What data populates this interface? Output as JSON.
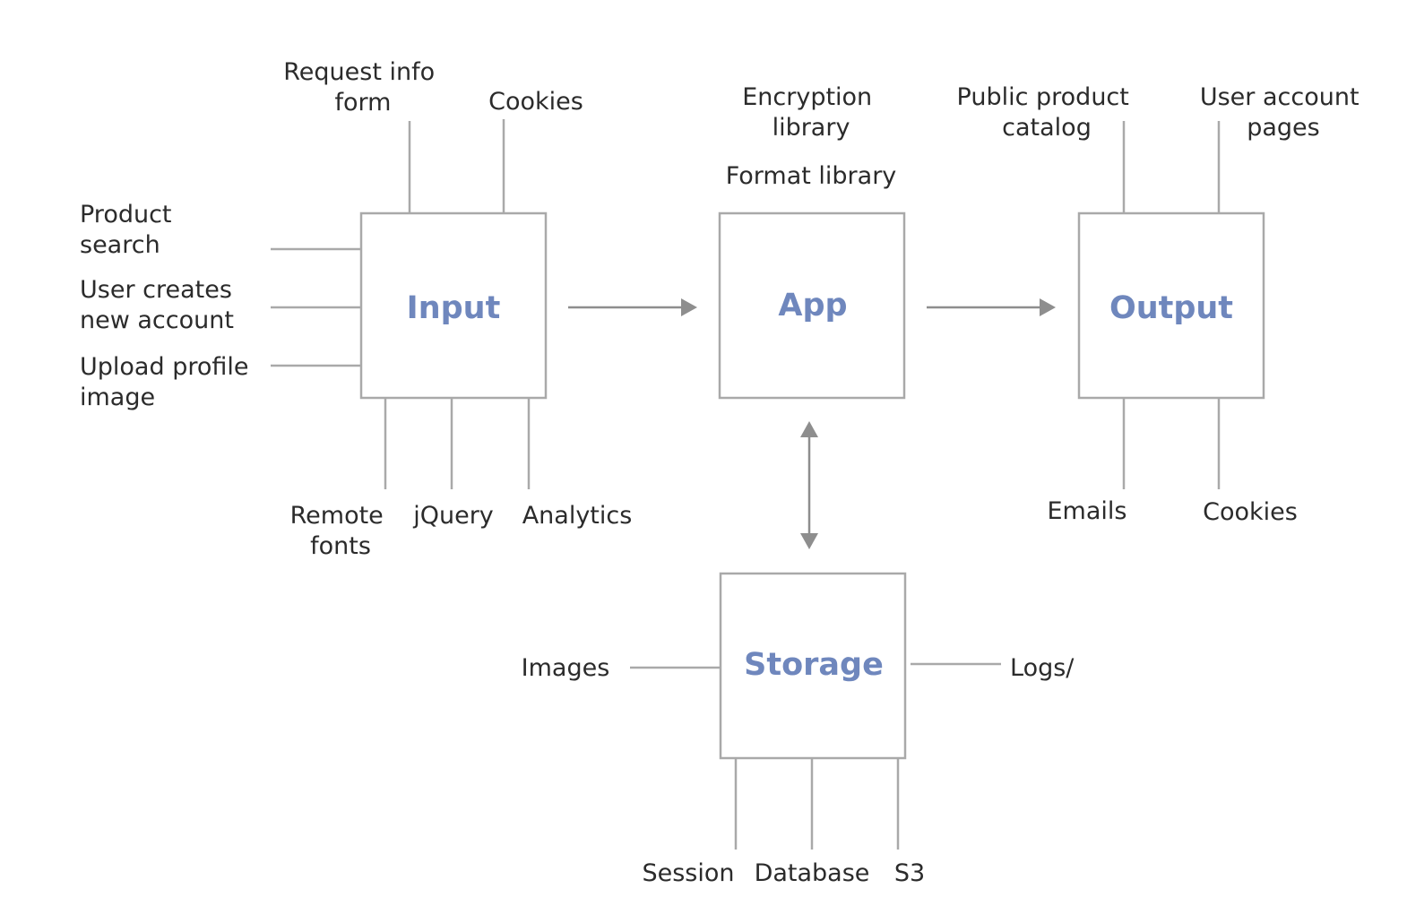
{
  "colors": {
    "box_label": "#6f87bd",
    "box_border": "#a9a9a9",
    "arrow": "#8e8e8e",
    "text": "#2b2b2b",
    "background": "#ffffff"
  },
  "diagram": {
    "input": {
      "title": "Input",
      "top_labels": [
        {
          "line1": "Request info",
          "line2": "form"
        },
        {
          "line1": "Cookies"
        }
      ],
      "left_labels": [
        {
          "line1": "Product",
          "line2": "search"
        },
        {
          "line1": "User creates",
          "line2": "new account"
        },
        {
          "line1": "Upload profile",
          "line2": "image"
        }
      ],
      "bottom_labels": [
        {
          "line1": "Remote",
          "line2": "fonts"
        },
        {
          "line1": "jQuery"
        },
        {
          "line1": "Analytics"
        }
      ]
    },
    "app": {
      "title": "App",
      "top_labels": [
        {
          "line1": "Encryption",
          "line2": "library"
        },
        {
          "line1": "Format library"
        }
      ]
    },
    "output": {
      "title": "Output",
      "top_labels": [
        {
          "line1": "Public product",
          "line2": "catalog"
        },
        {
          "line1": "User account",
          "line2": "pages"
        }
      ],
      "bottom_labels": [
        {
          "line1": "Emails"
        },
        {
          "line1": "Cookies"
        }
      ]
    },
    "storage": {
      "title": "Storage",
      "left_label": "Images",
      "right_label": "Logs/",
      "bottom_labels": [
        {
          "line1": "Session"
        },
        {
          "line1": "Database"
        },
        {
          "line1": "S3"
        }
      ]
    }
  }
}
